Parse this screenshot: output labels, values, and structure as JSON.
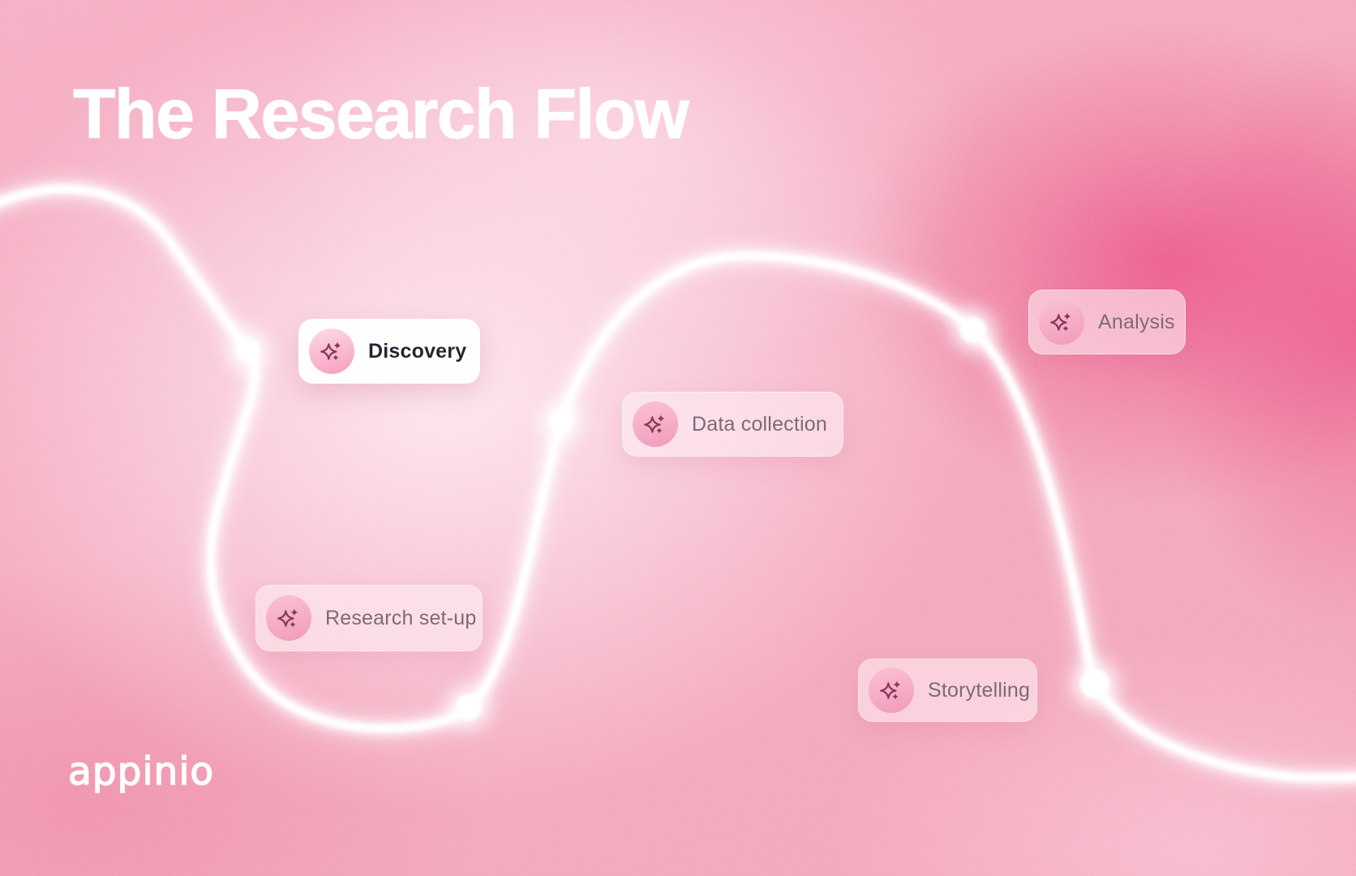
{
  "title": "The Research Flow",
  "brand": {
    "name": "appinio"
  },
  "flow": {
    "icon": "sparkles-icon",
    "steps": [
      {
        "label": "Discovery",
        "state": "active"
      },
      {
        "label": "Research set-up",
        "state": "default"
      },
      {
        "label": "Data collection",
        "state": "default"
      },
      {
        "label": "Analysis",
        "state": "default"
      },
      {
        "label": "Storytelling",
        "state": "default"
      }
    ]
  },
  "colors": {
    "background_pink": "#F3A2B8",
    "highlight_light": "#FFF1F6",
    "hot_pink": "#E9487A",
    "path_white": "#FFFFFF",
    "card_text": "#6F6069",
    "active_card_text": "#1F212B",
    "icon_glyph": "#7A3350"
  }
}
